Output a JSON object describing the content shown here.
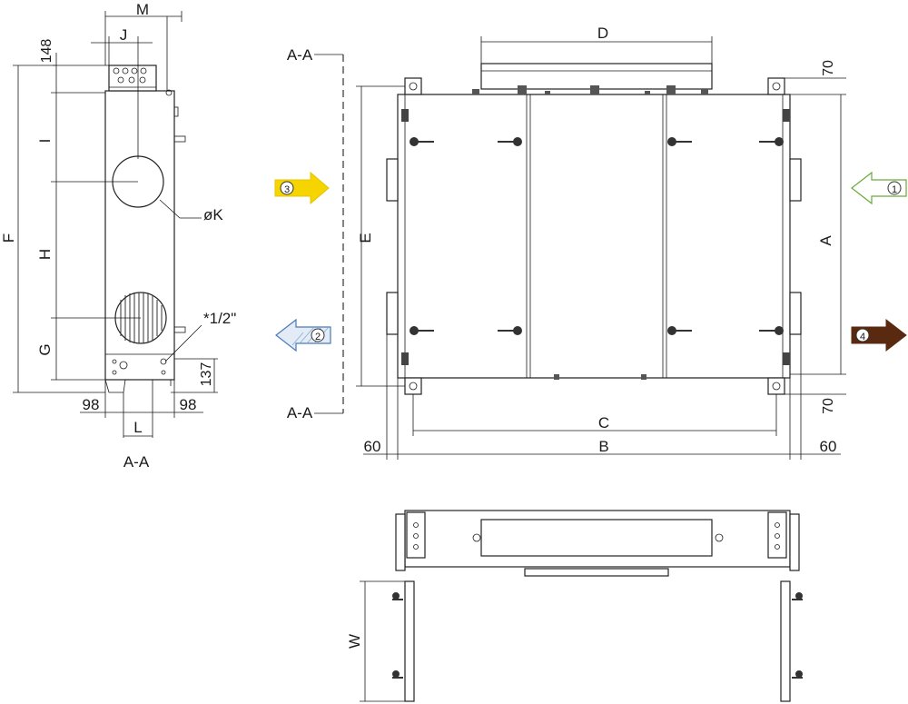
{
  "dimensions": {
    "side_view": {
      "M": "M",
      "J": "J",
      "top_148": "148",
      "F": "F",
      "I": "I",
      "H": "H",
      "G": "G",
      "K": "øK",
      "thread": "*1/2\"",
      "bottom_137": "137",
      "left_98": "98",
      "right_98": "98",
      "L": "L",
      "section": "A-A"
    },
    "front_view": {
      "D": "D",
      "E": "E",
      "A": "A",
      "C": "C",
      "B": "B",
      "top_70": "70",
      "bottom_70": "70",
      "left_60": "60",
      "right_60": "60",
      "section_top": "A-A",
      "section_bottom": "A-A"
    },
    "bottom_view": {
      "W": "W"
    }
  },
  "arrows": [
    {
      "num": "1",
      "color": "#ffffff",
      "outline": "#6aaa3a"
    },
    {
      "num": "2",
      "color": "#d8e4f2",
      "outline": "#4a7bb7"
    },
    {
      "num": "3",
      "color": "#f5d400",
      "outline": "#f5d400"
    },
    {
      "num": "4",
      "color": "#5a2a10",
      "outline": "#5a2a10"
    }
  ]
}
